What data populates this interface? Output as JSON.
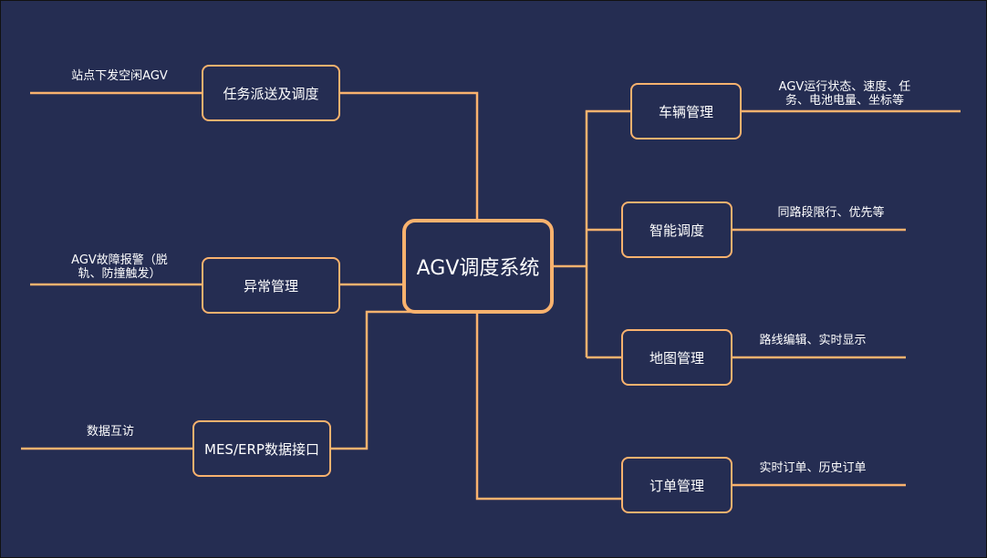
{
  "colors": {
    "background": "#252d52",
    "accent": "#f9b26e",
    "text": "#ffffff"
  },
  "center": {
    "label": "AGV调度系统"
  },
  "left_branches": [
    {
      "id": "task",
      "label": "任务派送及调度",
      "detail_lines": [
        "站点下发空闲AGV"
      ]
    },
    {
      "id": "exception",
      "label": "异常管理",
      "detail_lines": [
        "AGV故障报警（脱",
        "轨、防撞触发）"
      ]
    },
    {
      "id": "interface",
      "label": "MES/ERP数据接口",
      "detail_lines": [
        "数据互访"
      ]
    }
  ],
  "right_branches": [
    {
      "id": "vehicle",
      "label": "车辆管理",
      "detail_lines": [
        "AGV运行状态、速度、任",
        "务、电池电量、坐标等"
      ]
    },
    {
      "id": "dispatch",
      "label": "智能调度",
      "detail_lines": [
        "同路段限行、优先等"
      ]
    },
    {
      "id": "map",
      "label": "地图管理",
      "detail_lines": [
        "路线编辑、实时显示"
      ]
    },
    {
      "id": "order",
      "label": "订单管理",
      "detail_lines": [
        "实时订单、历史订单"
      ]
    }
  ]
}
